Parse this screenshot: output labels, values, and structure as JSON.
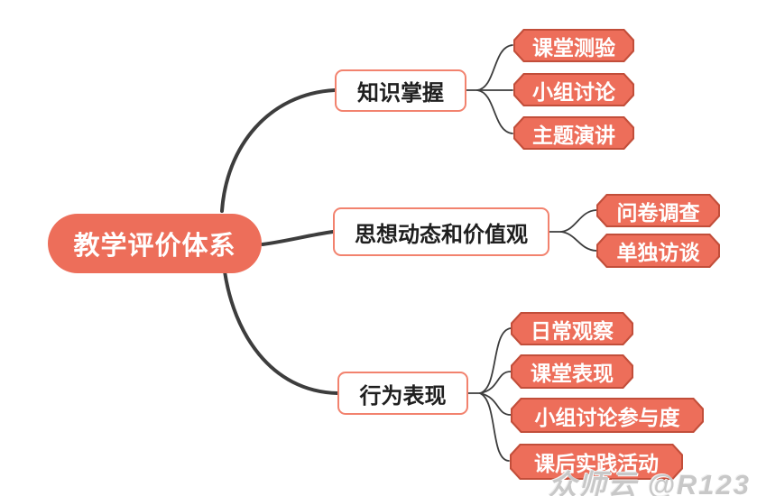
{
  "colors": {
    "coral": "#ed6e5a",
    "leaf_border": "#c24e3a",
    "branch_border": "#f2826e",
    "branch_text": "#1f1f1f",
    "line": "#3d3d3d",
    "watermark": "#c8c8c8"
  },
  "mindmap": {
    "root": {
      "label": "教学评价体系"
    },
    "branches": [
      {
        "label": "知识掌握",
        "children": [
          {
            "label": "课堂测验"
          },
          {
            "label": "小组讨论"
          },
          {
            "label": "主题演讲"
          }
        ]
      },
      {
        "label": "思想动态和价值观",
        "children": [
          {
            "label": "问卷调查"
          },
          {
            "label": "单独访谈"
          }
        ]
      },
      {
        "label": "行为表现",
        "children": [
          {
            "label": "日常观察"
          },
          {
            "label": "课堂表现"
          },
          {
            "label": "小组讨论参与度"
          },
          {
            "label": "课后实践活动"
          }
        ]
      }
    ]
  },
  "watermark": {
    "text": "众师云 @R123"
  }
}
